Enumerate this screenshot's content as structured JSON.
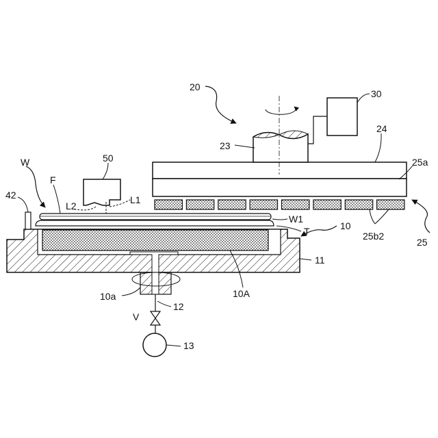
{
  "labels": {
    "w": "W",
    "f": "F",
    "n42": "42",
    "n50": "50",
    "l2": "L2",
    "l1": "L1",
    "w1": "W1",
    "t": "T",
    "n10": "10",
    "n11": "11",
    "n10a": "10a",
    "n10A": "10A",
    "n12": "12",
    "v": "V",
    "n13": "13",
    "n20": "20",
    "n23": "23",
    "n30": "30",
    "n24": "24",
    "n25a": "25a",
    "n25b2": "25b2",
    "n25": "25"
  },
  "colors": {
    "line": "#111111",
    "background": "#ffffff",
    "hatch_fill": "#dcdcdc"
  },
  "pad_count": 8
}
